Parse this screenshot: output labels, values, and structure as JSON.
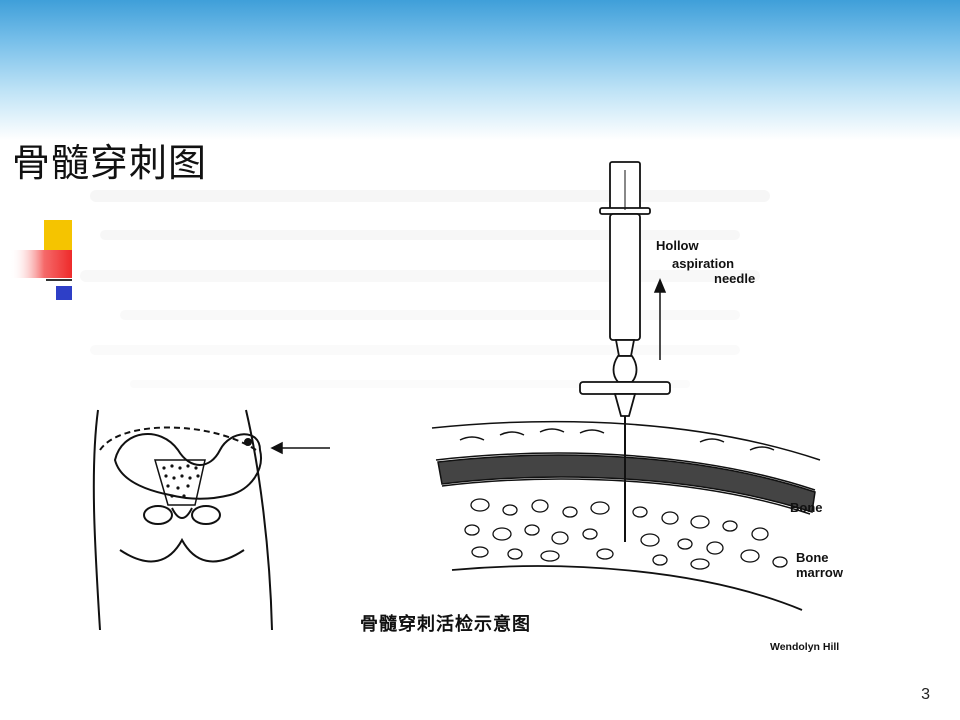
{
  "slide": {
    "title": "骨髓穿刺图",
    "page_number": "3"
  },
  "figure": {
    "label_needle": [
      "Hollow",
      "aspiration",
      "needle"
    ],
    "label_bone": "Bone",
    "label_marrow": [
      "Bone",
      "marrow"
    ],
    "caption": "骨髓穿刺活检示意图",
    "credit": "Wendolyn Hill"
  },
  "colors": {
    "band_top": "#3f9fd9",
    "bullet_yellow": "#f5c400",
    "bullet_red": "#f03a3a",
    "bullet_blue": "#2e3fc7"
  }
}
